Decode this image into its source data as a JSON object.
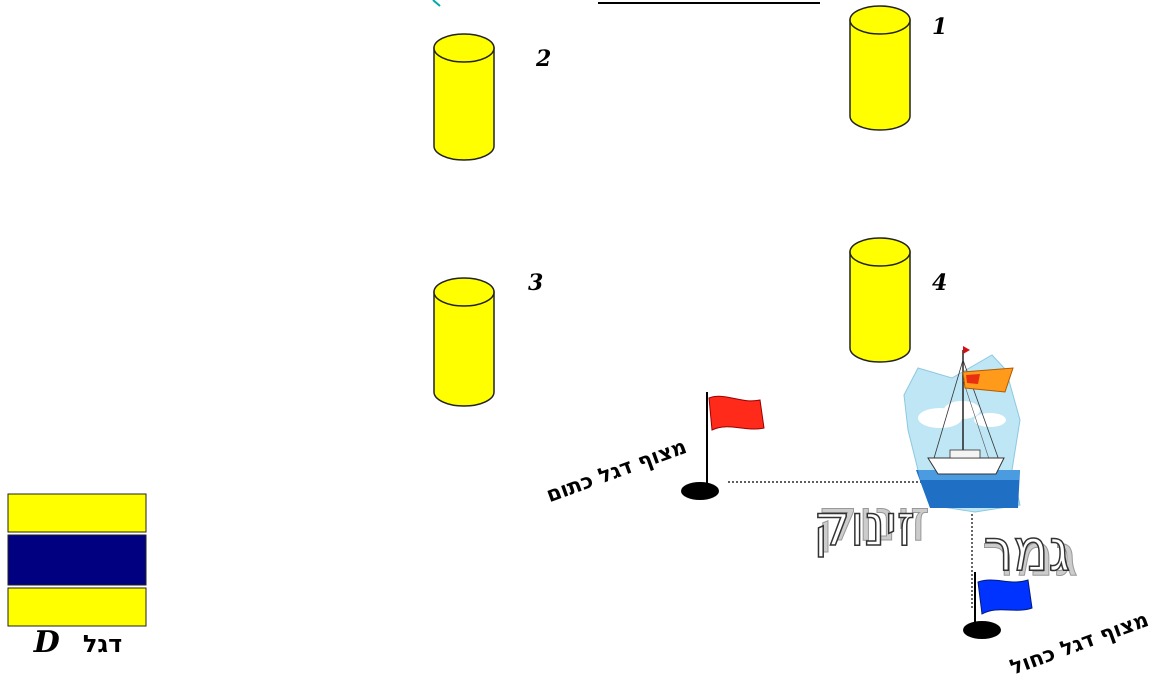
{
  "buoys": [
    {
      "label": "1"
    },
    {
      "label": "2"
    },
    {
      "label": "3"
    },
    {
      "label": "4"
    }
  ],
  "marks": {
    "red_flag_label": "מצוף דגל כתום",
    "blue_flag_label": "מצוף דגל כחול"
  },
  "lines": {
    "start_label": "זינוק",
    "finish_label": "גמר"
  },
  "signal_flag": {
    "letter": "D",
    "word": "דגל",
    "colors": [
      "#ffff00",
      "#000080",
      "#ffff00"
    ]
  },
  "colors": {
    "buoy_fill": "#ffff00",
    "buoy_stroke": "#222222",
    "red_flag": "#ff2a1a",
    "blue_flag": "#0033ff"
  }
}
